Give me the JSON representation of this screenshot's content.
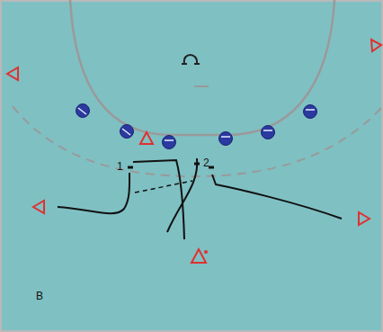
{
  "diagram": {
    "labels": [
      "1",
      "2",
      "B"
    ]
  }
}
